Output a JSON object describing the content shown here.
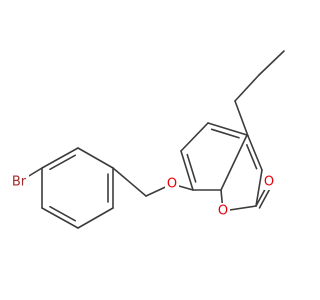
{
  "structure": {
    "atoms": {
      "bromine": "Br",
      "ether_oxygen": "O",
      "ring_oxygen": "O",
      "carbonyl_oxygen": "O"
    },
    "colors": {
      "bond": "#3c3c3c",
      "bromine": "#a52a2a",
      "oxygen": "#e8000b"
    }
  }
}
